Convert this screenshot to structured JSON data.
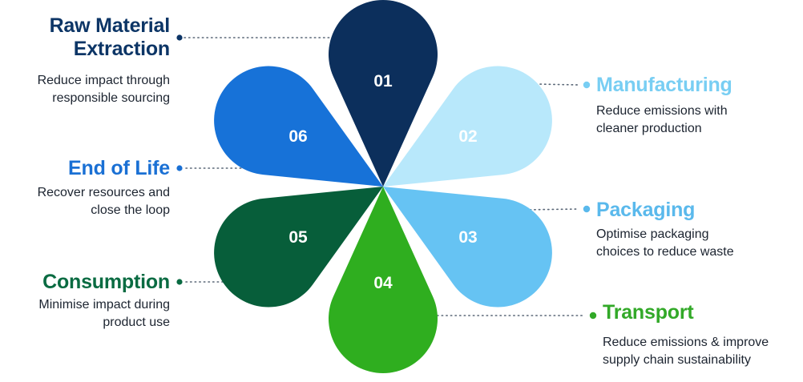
{
  "stages": [
    {
      "number": "01",
      "title": "Raw Material Extraction",
      "title_lines": [
        "Raw Material",
        "Extraction"
      ],
      "description_lines": [
        "Reduce impact through",
        "responsible sourcing"
      ],
      "color": "#0c2f5c",
      "title_color": "#0c3566"
    },
    {
      "number": "02",
      "title": "Manufacturing",
      "title_lines": [
        "Manufacturing"
      ],
      "description_lines": [
        "Reduce emissions with",
        "cleaner production"
      ],
      "color": "#b8e8fb",
      "title_color": "#78cef3"
    },
    {
      "number": "03",
      "title": "Packaging",
      "title_lines": [
        "Packaging"
      ],
      "description_lines": [
        "Optimise packaging",
        "choices to reduce waste"
      ],
      "color": "#66c3f3",
      "title_color": "#5ab9ec"
    },
    {
      "number": "04",
      "title": "Transport",
      "title_lines": [
        "Transport"
      ],
      "description_lines": [
        "Reduce emissions & improve",
        "supply chain sustainability"
      ],
      "color": "#2fae1f",
      "title_color": "#32a928"
    },
    {
      "number": "05",
      "title": "Consumption",
      "title_lines": [
        "Consumption"
      ],
      "description_lines": [
        "Minimise impact during",
        "product use"
      ],
      "color": "#075e3a",
      "title_color": "#0a6b42"
    },
    {
      "number": "06",
      "title": "End of Life",
      "title_lines": [
        "End of Life"
      ],
      "description_lines": [
        "Recover resources and",
        "close the loop"
      ],
      "color": "#1772d8",
      "title_color": "#1a70d4"
    }
  ],
  "colors": {
    "dots": "#5a6777",
    "number_text": "#ffffff"
  }
}
